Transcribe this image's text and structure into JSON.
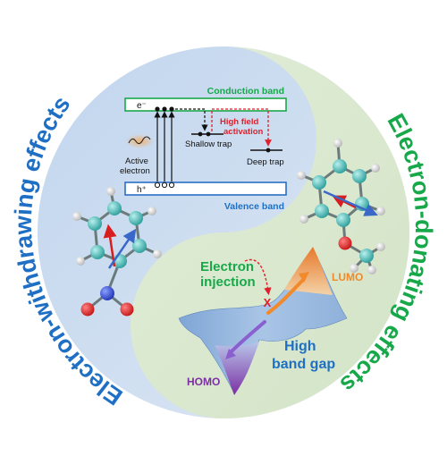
{
  "arcs": {
    "left": "Electron-withdrawing effects",
    "right": "Electron-donating effects"
  },
  "band_diagram": {
    "conduction_band": "Conduction band",
    "valence_band": "Valence band",
    "electron_symbol": "e⁻",
    "hole_symbol": "h⁺",
    "shallow_trap": "Shallow trap",
    "deep_trap": "Deep trap",
    "high_field_line1": "High field",
    "high_field_line2": "activation",
    "active_line1": "Active",
    "active_line2": "electron"
  },
  "energy_landscape": {
    "injection_line1": "Electron",
    "injection_line2": "injection",
    "blocked_mark": "X",
    "lumo": "LUMO",
    "homo": "HOMO",
    "gap_line1": "High",
    "gap_line2": "band gap"
  },
  "colors": {
    "blue_text": "#1f6fc4",
    "green_text": "#17a84a",
    "red_text": "#e0202a",
    "blue_region": "#cfdff0",
    "green_region": "#dde9d2",
    "lumo": "#f08a2c",
    "homo": "#7b2fa3"
  }
}
